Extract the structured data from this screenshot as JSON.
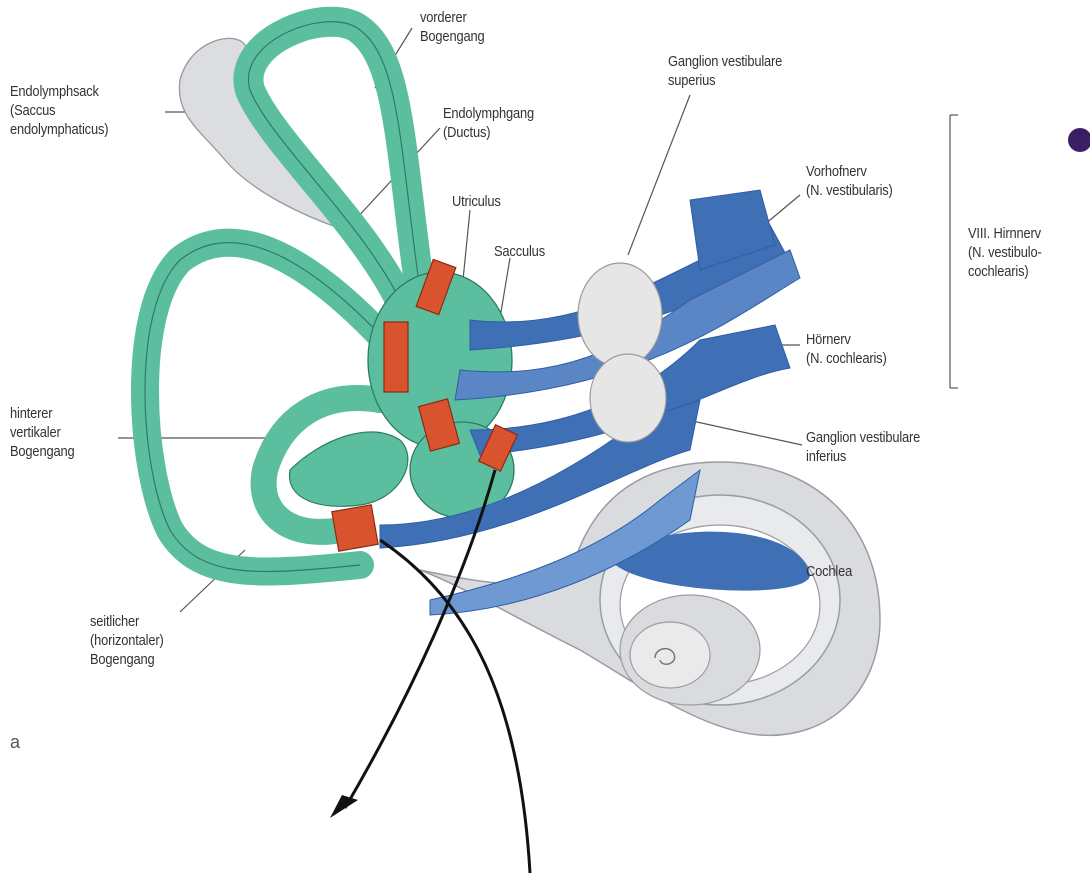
{
  "colors": {
    "semicircular_canals": "#5bbf9f",
    "canal_outline": "#2f7a63",
    "nerve": "#3f6fb4",
    "nerve_light": "#6f99d2",
    "sensory_patches": "#d9532e",
    "bone_grey": "#d9dbdf",
    "ganglion": "#e6e6e6",
    "arrow": "#111111",
    "bullet": "#3c1e64"
  },
  "labels": {
    "vorderer_bogengang": [
      "vorderer",
      "Bogengang"
    ],
    "endolymphsack": [
      "Endolymphsack",
      "(Saccus",
      "endolymphaticus)"
    ],
    "endolymphgang": [
      "Endolymphgang",
      "(Ductus)"
    ],
    "utriculus": [
      "Utriculus"
    ],
    "sacculus": [
      "Sacculus"
    ],
    "ganglion_superius": [
      "Ganglion vestibulare",
      "superius"
    ],
    "vorhofnerv": [
      "Vorhofnerv",
      "(N. vestibularis)"
    ],
    "hirnnerv": [
      "VIII. Hirnnerv",
      "(N. vestibulo-",
      "cochlearis)"
    ],
    "hoernerv": [
      "Hörnerv",
      "(N. cochlearis)"
    ],
    "hinterer_bogengang": [
      "hinterer",
      "vertikaler",
      "Bogengang"
    ],
    "ganglion_inferius": [
      "Ganglion vestibulare",
      "inferius"
    ],
    "cochlea": [
      "Cochlea"
    ],
    "seitlicher_bogengang": [
      "seitlicher",
      "(horizontaler)",
      "Bogengang"
    ]
  },
  "panel_letter": "a",
  "icons": {
    "bullet": "bullet-dot-icon",
    "arrows": "curved-arrow-icon"
  }
}
